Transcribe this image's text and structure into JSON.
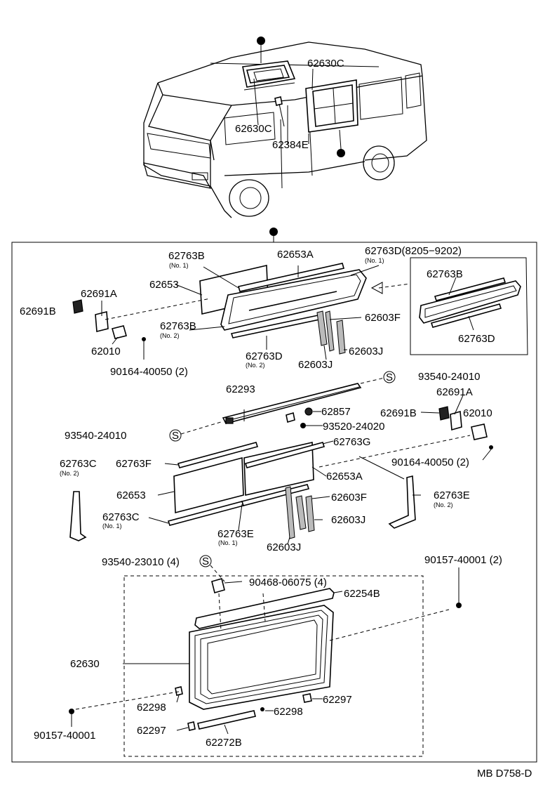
{
  "van": {
    "labels": [
      "62630C",
      "62630C",
      "62384E"
    ]
  },
  "group1": {
    "labels": [
      "62763B",
      "62653A",
      "62763D(8205−9202)",
      "62653",
      "62691A",
      "62691B",
      "62763B",
      "62603F",
      "62010",
      "62763D",
      "62603J",
      "62603J",
      "90164-40050 (2)",
      "62763B",
      "62763D"
    ],
    "notes": [
      "(No. 1)",
      "(No. 1)",
      "(No. 2)",
      "(No. 2)"
    ]
  },
  "group2": {
    "labels": [
      "93540-24010",
      "62293",
      "62691A",
      "62857",
      "62691B",
      "62010",
      "93520-24020",
      "93540-24010",
      "62763G",
      "90164-40050 (2)",
      "62763C",
      "62763F",
      "62653A",
      "62763E",
      "62653",
      "62603F",
      "62763C",
      "62603J",
      "62763E",
      "62603J"
    ],
    "notes": [
      "(No. 2)",
      "(No. 2)",
      "(No. 1)",
      "(No. 1)"
    ]
  },
  "group3": {
    "labels": [
      "93540-23010 (4)",
      "90157-40001 (2)",
      "90468-06075 (4)",
      "62254B",
      "62630",
      "62298",
      "62297",
      "62298",
      "62297",
      "90157-40001",
      "62272B"
    ]
  },
  "footer": {
    "code": "MB D758-D"
  },
  "symbols": {
    "S": "S"
  }
}
